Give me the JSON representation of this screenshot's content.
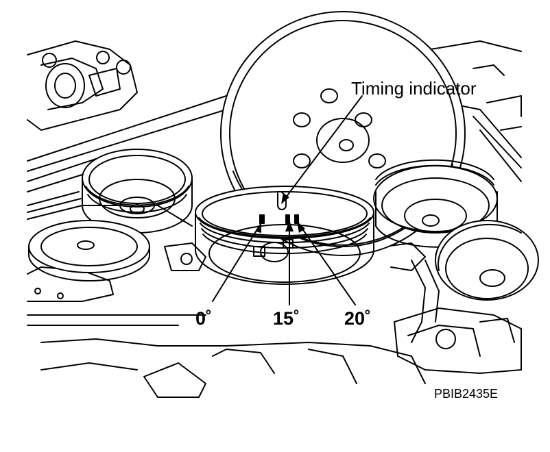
{
  "labels": {
    "timing_indicator": "Timing indicator",
    "deg_0": "0˚",
    "deg_15": "15˚",
    "deg_20": "20˚",
    "figure_code": "PBIB2435E"
  },
  "colors": {
    "ink": "#000000",
    "paper": "#ffffff"
  }
}
